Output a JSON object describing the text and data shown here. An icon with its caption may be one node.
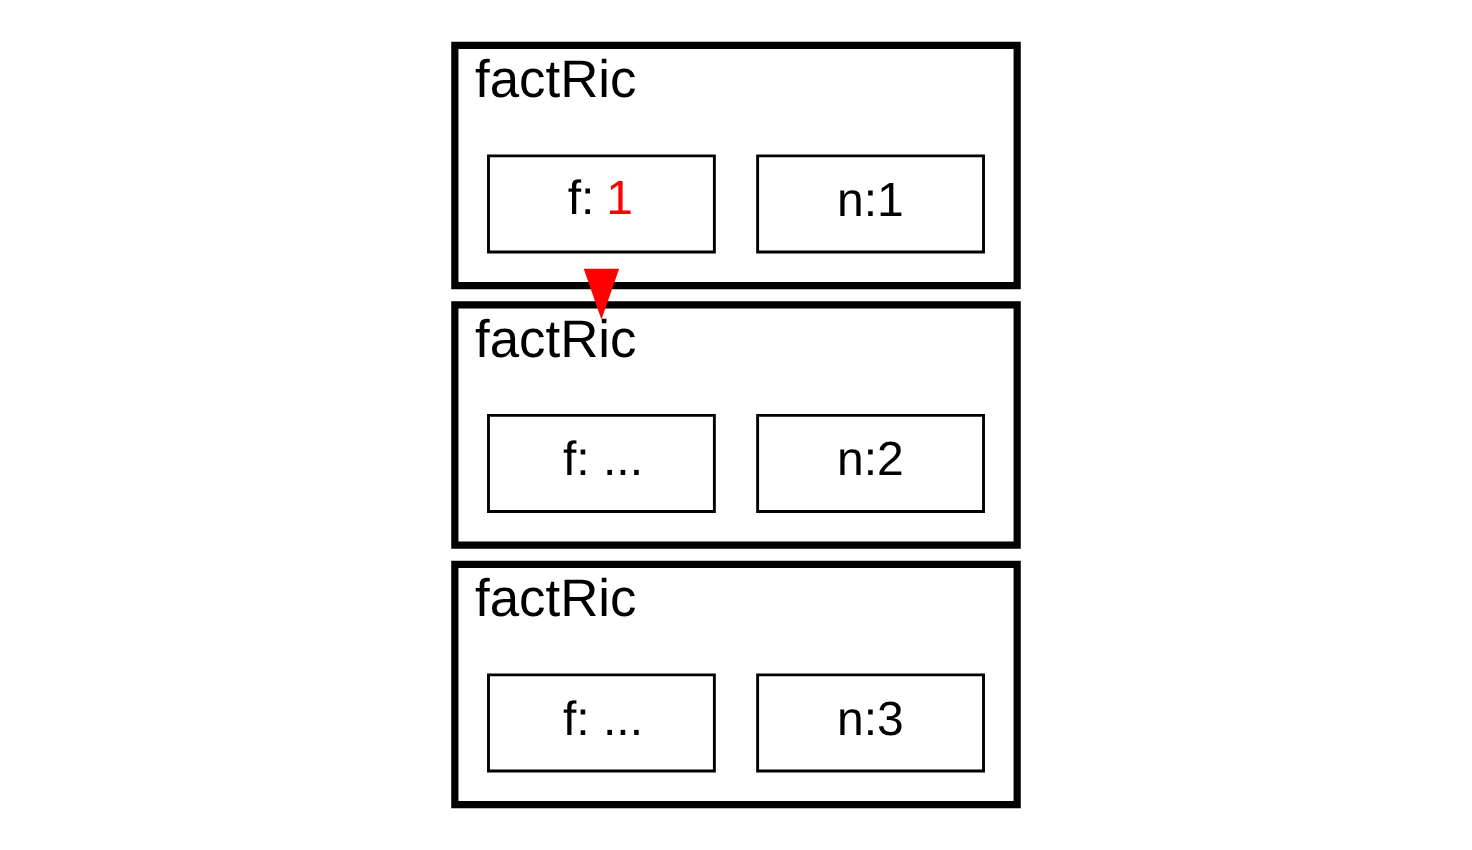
{
  "diagram": {
    "nodes": [
      {
        "text": [
          "factRic"
        ]
      },
      {
        "text": [
          "n:1"
        ],
        "in": 0
      },
      {
        "text": [
          "f:",
          "1"
        ],
        "in": 0
      },
      {
        "text": [
          "factRic"
        ]
      },
      {
        "text": [
          "n:2"
        ],
        "in": 3
      },
      {
        "text": [
          "f: ..."
        ],
        "in": 3
      },
      {
        "text": [
          "factRic"
        ]
      },
      {
        "text": [
          "n:3"
        ],
        "in": 6
      },
      {
        "text": [
          "f: ..."
        ],
        "in": 6
      }
    ],
    "edges": [
      {
        "from": 0,
        "to": 3,
        "arrow": "to",
        "style": "thick",
        "color": "#ff0000"
      }
    ]
  }
}
